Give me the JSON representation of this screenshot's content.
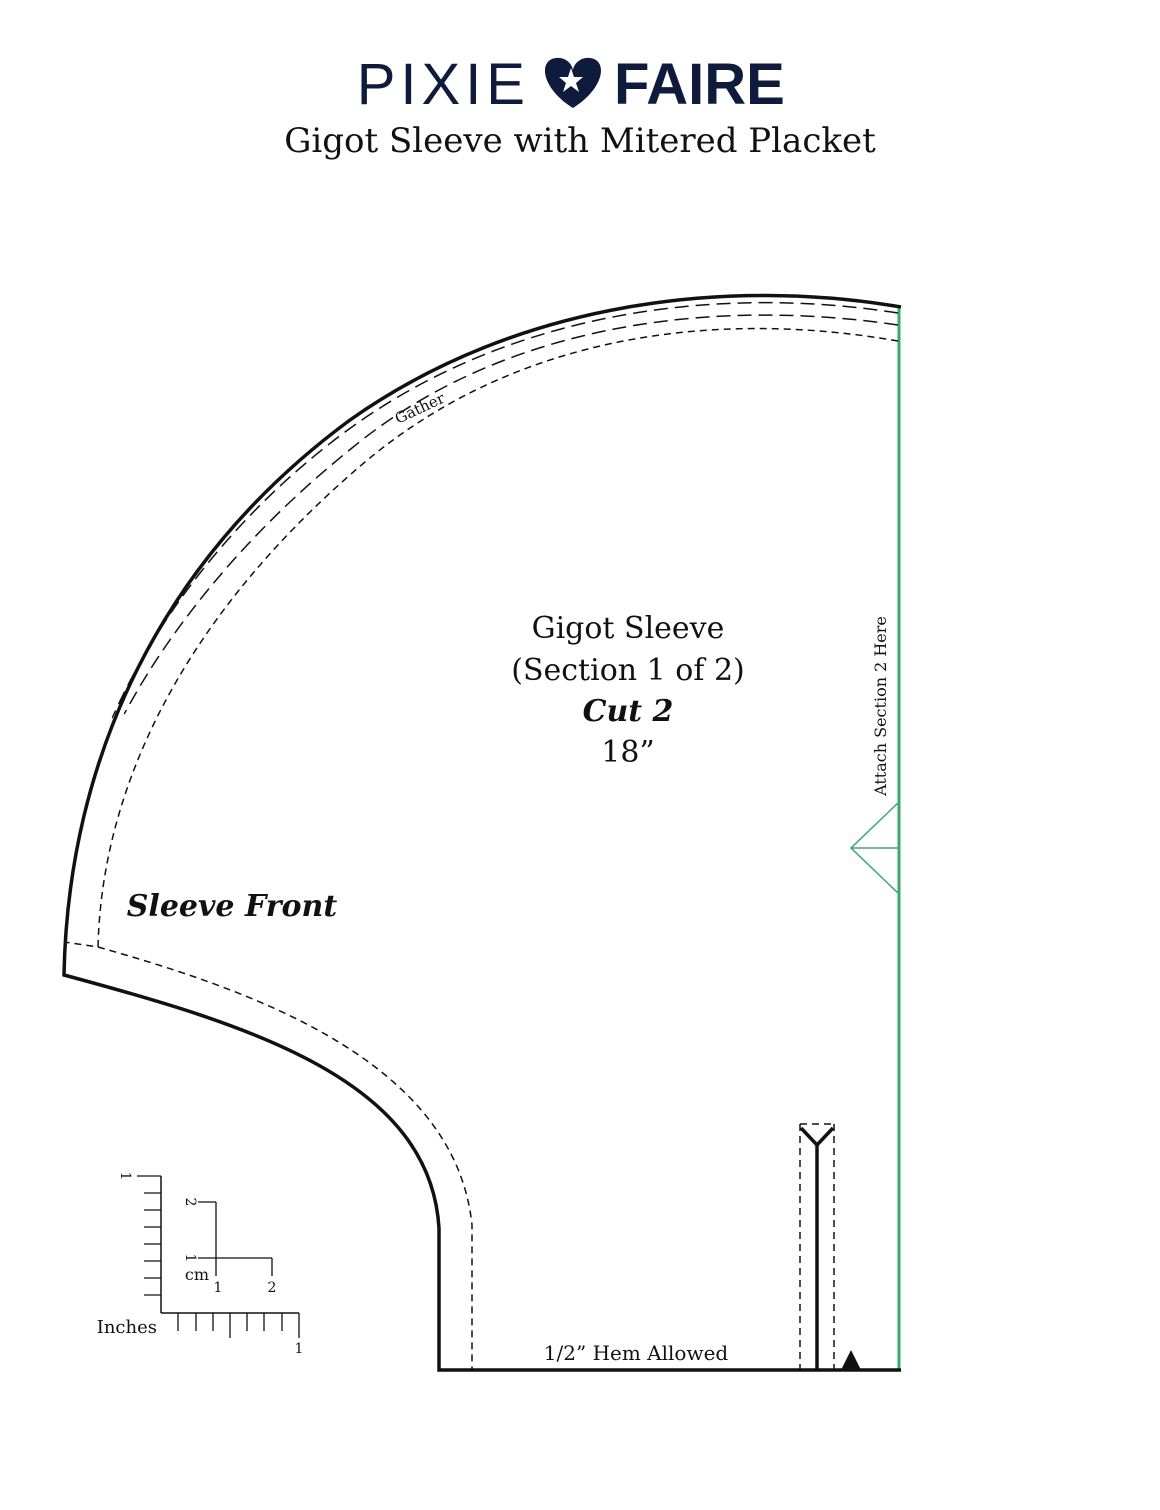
{
  "brand": {
    "left": "PIXIE",
    "right": "FAIRE",
    "color": "#0f1b3c"
  },
  "title": "Gigot Sleeve with Mitered Placket",
  "piece": {
    "name": "Gigot Sleeve",
    "section": "(Section 1 of 2)",
    "cut": "Cut 2",
    "length": "18”"
  },
  "labels": {
    "gather": "Gather",
    "sleeve_front": "Sleeve Front",
    "attach": "Attach Section 2 Here",
    "hem": "1/2” Hem Allowed"
  },
  "scale": {
    "inches_label": "Inches",
    "inch_tick": "1",
    "inch_tick_vertical": "1",
    "cm_label": "cm",
    "cm_ticks_x": [
      "1",
      "2"
    ],
    "cm_ticks_y": [
      "1",
      "2"
    ]
  },
  "colors": {
    "line": "#111111",
    "attach_line": "#3aa86b"
  }
}
